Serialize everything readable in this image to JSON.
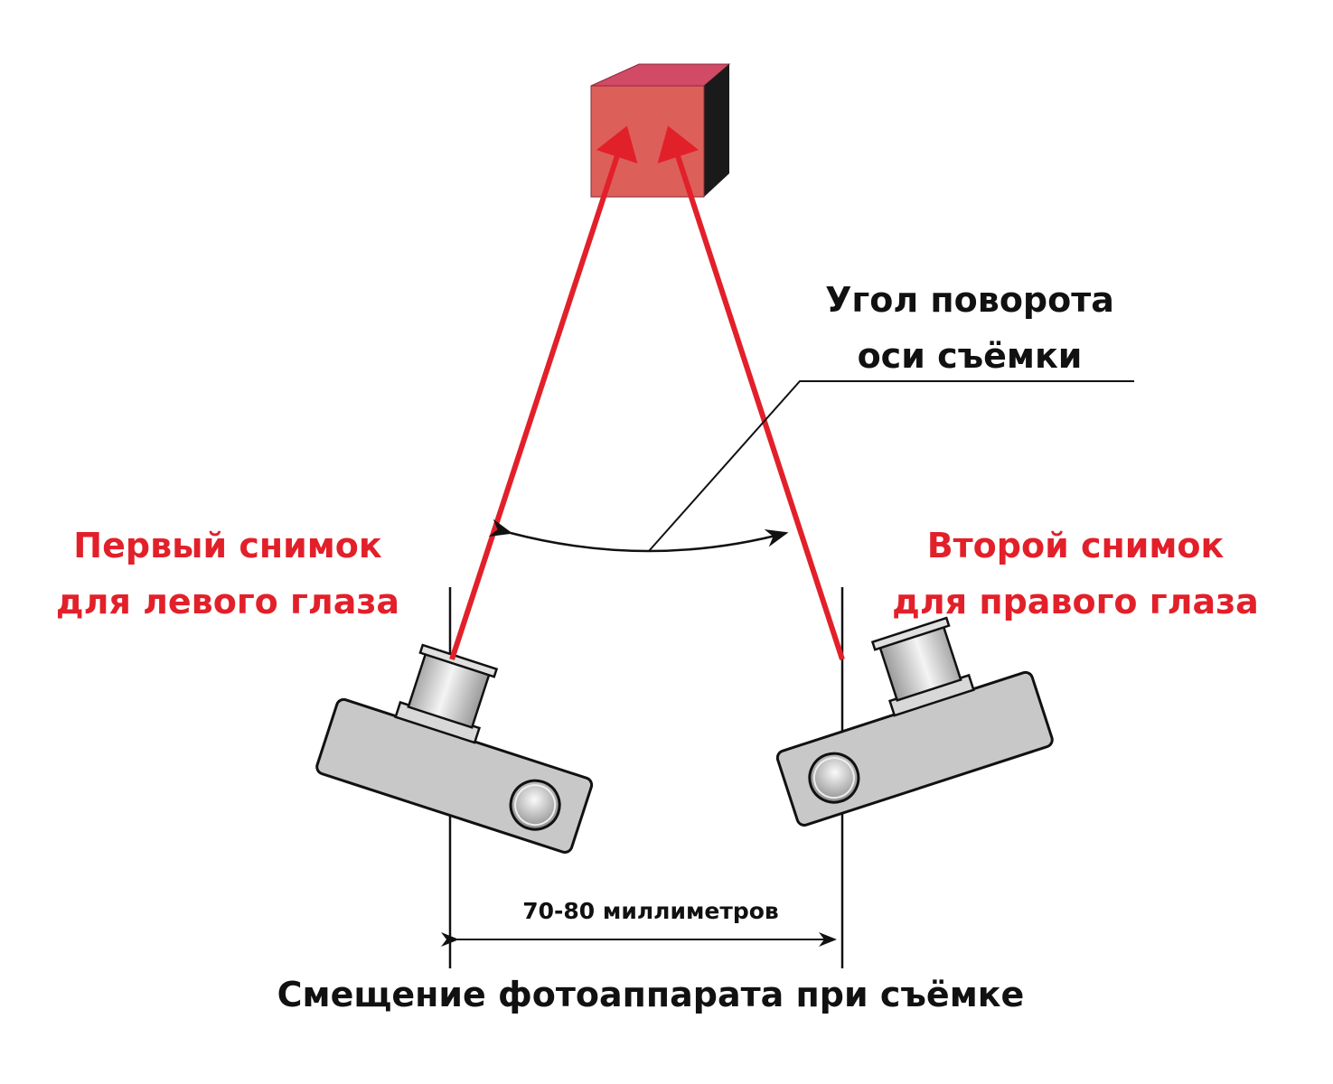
{
  "labels": {
    "angle_line1": "Угол поворота",
    "angle_line2": "оси съёмки",
    "left_line1": "Первый снимок",
    "left_line2": "для левого глаза",
    "right_line1": "Второй снимок",
    "right_line2": "для правого глаза",
    "distance": "70-80 миллиметров",
    "caption": "Смещение фотоаппарата при съёмке"
  },
  "colors": {
    "accent_red": "#e2202a",
    "cube_front": "#dd5f5a",
    "cube_top": "#d14a66",
    "cube_side": "#1a1a1a",
    "camera_body": "#c8c8c8"
  }
}
